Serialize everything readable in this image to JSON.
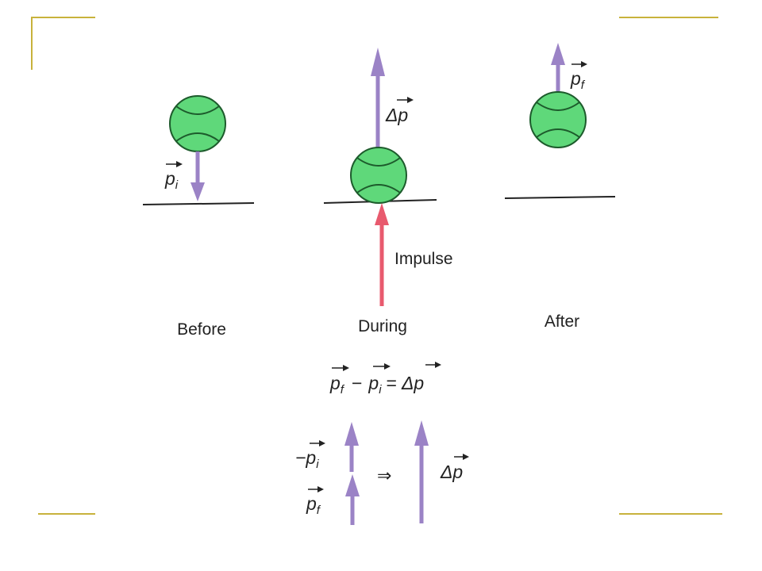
{
  "frame": {
    "color": "#c8b23c"
  },
  "colors": {
    "momentum_arrow": "#9b83c6",
    "impulse_arrow": "#e85a6e",
    "ball_fill": "#5fd87a",
    "ball_stroke": "#1d5b2c",
    "ground": "#222222"
  },
  "phases": {
    "before": {
      "label": "Before",
      "momentum": "p",
      "momentum_sub": "i"
    },
    "during": {
      "label": "During",
      "momentum": "Δp",
      "impulse": "Impulse"
    },
    "after": {
      "label": "After",
      "momentum": "p",
      "momentum_sub": "f"
    }
  },
  "equation": {
    "term1": "p",
    "term1_sub": "f",
    "minus": "−",
    "term2": "p",
    "term2_sub": "i",
    "equals": "=",
    "rhs": "Δp"
  },
  "vector_sum": {
    "neg_pi": "−p",
    "neg_pi_sub": "i",
    "pf": "p",
    "pf_sub": "f",
    "implies": "⇒",
    "result": "Δp"
  }
}
